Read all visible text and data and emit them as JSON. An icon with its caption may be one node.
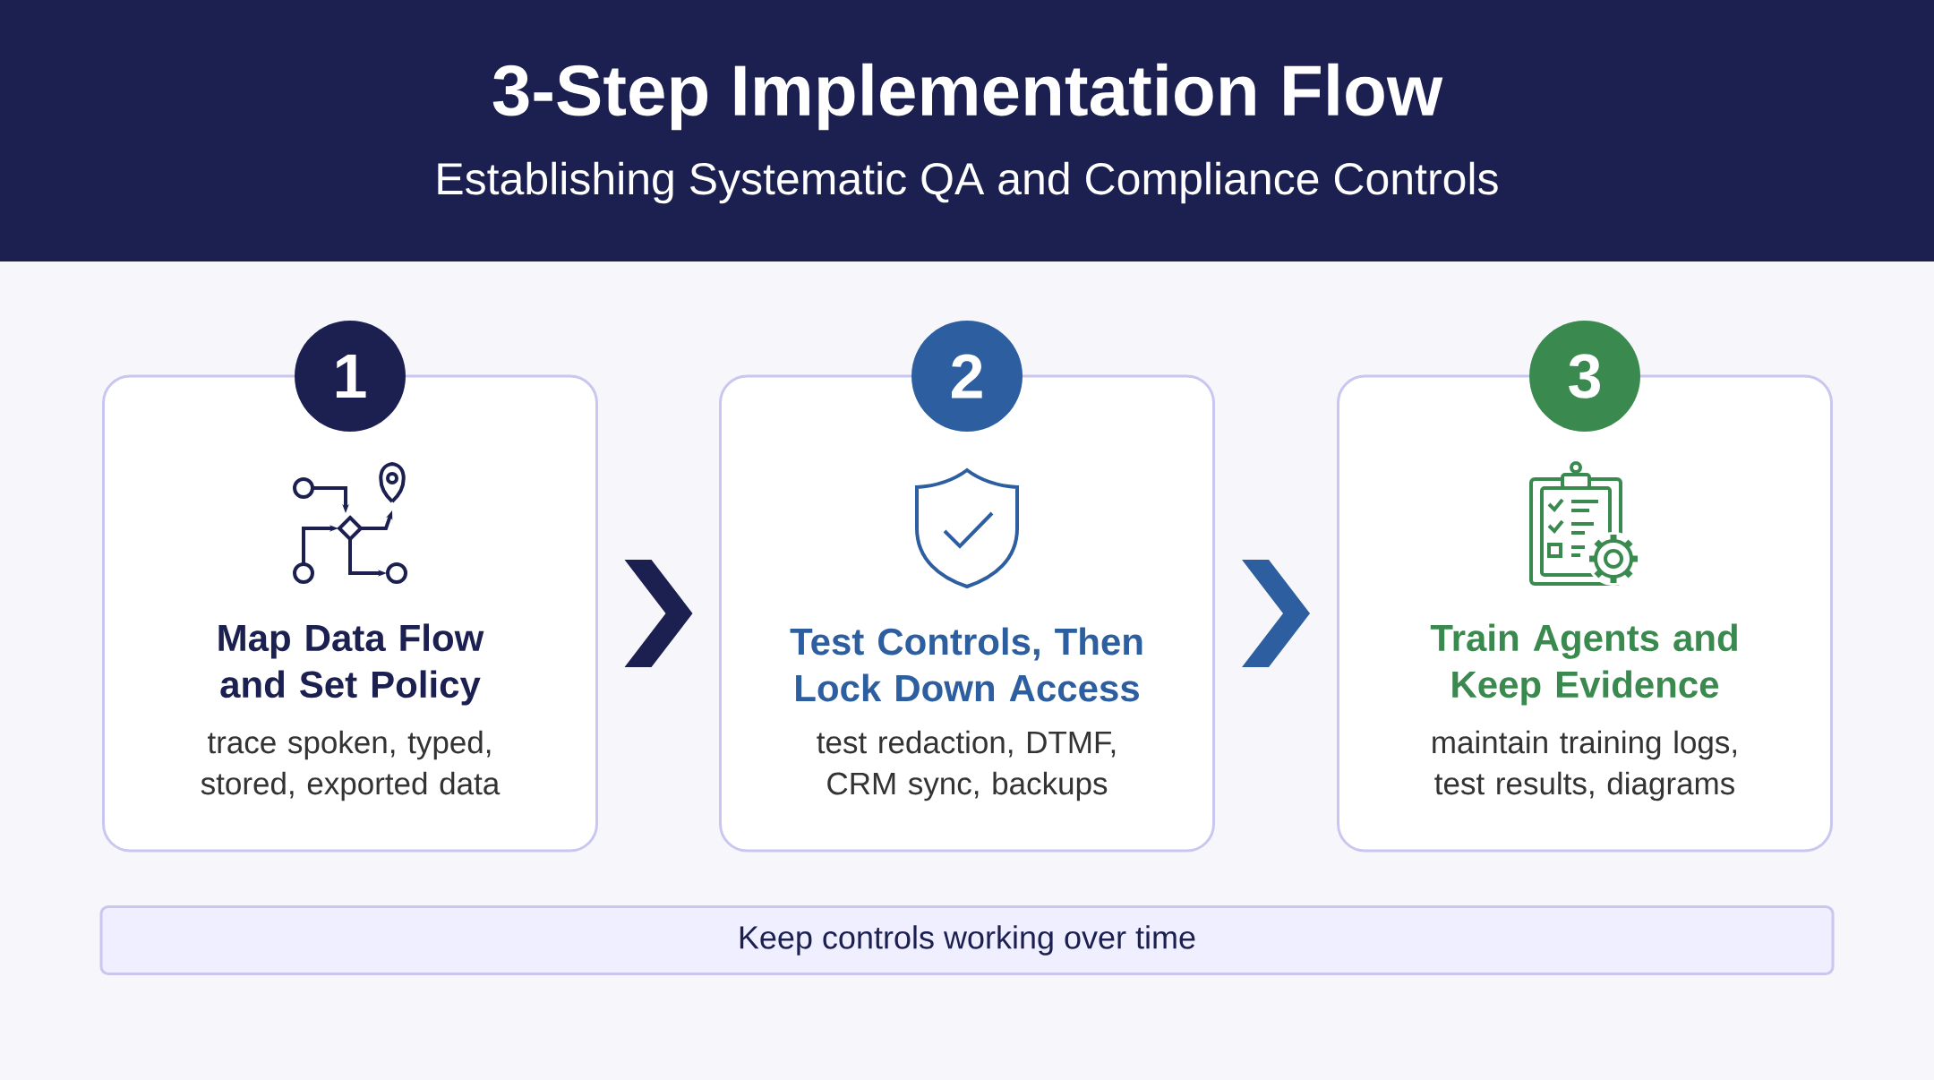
{
  "diagram": {
    "title": "3-Step Implementation Flow",
    "nodes": [
      {
        "text": [
          "1"
        ]
      },
      {
        "text": [
          "Map Data Flow and Set Policy",
          "trace spoken, typed, stored, exported data"
        ]
      },
      {
        "text": [
          "2"
        ]
      },
      {
        "text": [
          "Test Controls, Then Lock Down Access",
          "test redaction, DTMF, CRM sync, backups"
        ]
      },
      {
        "text": [
          "3"
        ]
      },
      {
        "text": [
          "Train Agents and Keep Evidence",
          "maintain training logs, test results, diagrams"
        ]
      },
      {
        "text": [
          "Keep controls working over time"
        ]
      }
    ],
    "edges": [
      {
        "from": 1,
        "to": 3,
        "arrow": "to",
        "color": "#1b2050"
      },
      {
        "from": 3,
        "to": 5,
        "arrow": "to",
        "color": "#2d5fa0"
      }
    ],
    "labels": [
      "Establishing Systematic QA and Compliance Controls"
    ]
  }
}
